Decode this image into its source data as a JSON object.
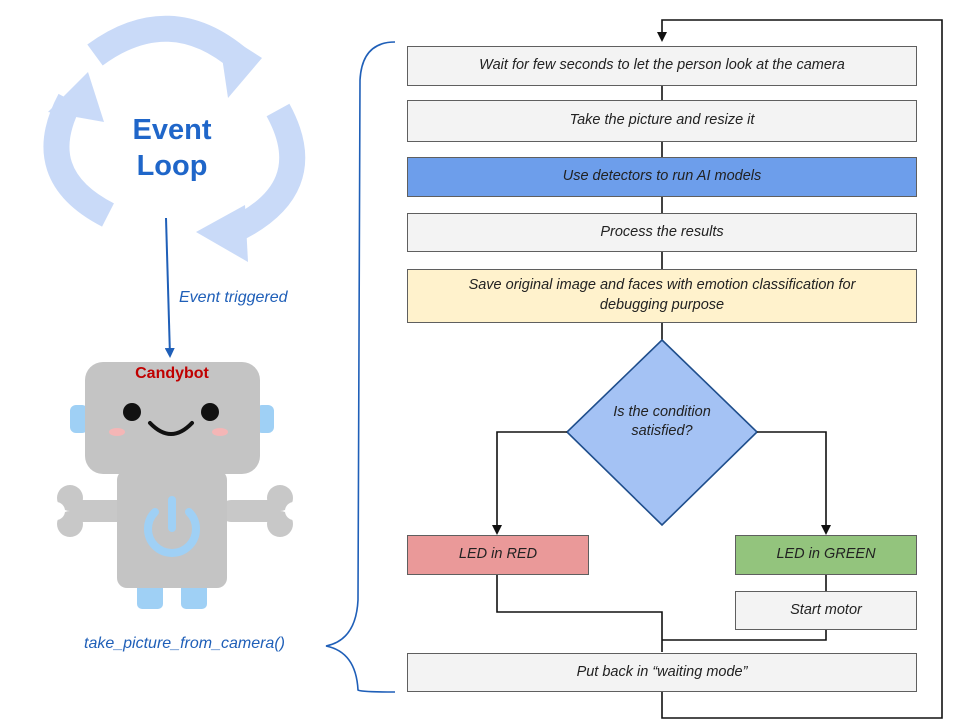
{
  "event_loop": {
    "title_line1": "Event",
    "title_line2": "Loop",
    "trigger_label": "Event triggered"
  },
  "robot": {
    "name": "Candybot"
  },
  "function_label": "take_picture_from_camera()",
  "flow": {
    "wait": "Wait for few seconds to let the person look at the camera",
    "take_picture": "Take the picture and resize it",
    "detectors": "Use detectors to run AI models",
    "process": "Process the results",
    "save": "Save original image and faces with emotion classification for debugging purpose",
    "condition": "Is the condition satisfied?",
    "led_red": "LED in RED",
    "led_green": "LED in GREEN",
    "start_motor": "Start motor",
    "put_back": "Put back in “waiting mode”"
  },
  "colors": {
    "gray_box": "#f3f3f3",
    "blue_box": "#6d9eeb",
    "yellow_box": "#fff2cc",
    "red_box": "#ea9999",
    "green_box": "#93c47d",
    "diamond": "#a4c2f4",
    "cycle_arrows": "#c9daf8",
    "label_blue": "#1f5fb8",
    "robot_gray": "#c4c4c4",
    "robot_accent": "#9fd0f5",
    "robot_name": "#c00000"
  }
}
